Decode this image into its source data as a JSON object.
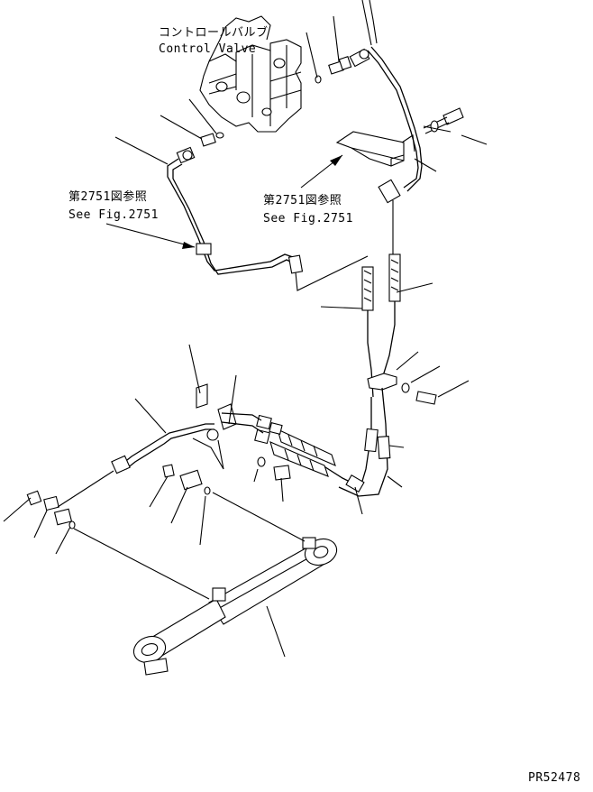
{
  "labels": {
    "control_valve_jp": "コントロールバルブ",
    "control_valve_en": "Control Valve",
    "ref_jp_1": "第2751図参照",
    "ref_en_1": "See Fig.2751",
    "ref_jp_2": "第2751図参照",
    "ref_en_2": "See Fig.2751",
    "drawing_id": "PR52478"
  }
}
